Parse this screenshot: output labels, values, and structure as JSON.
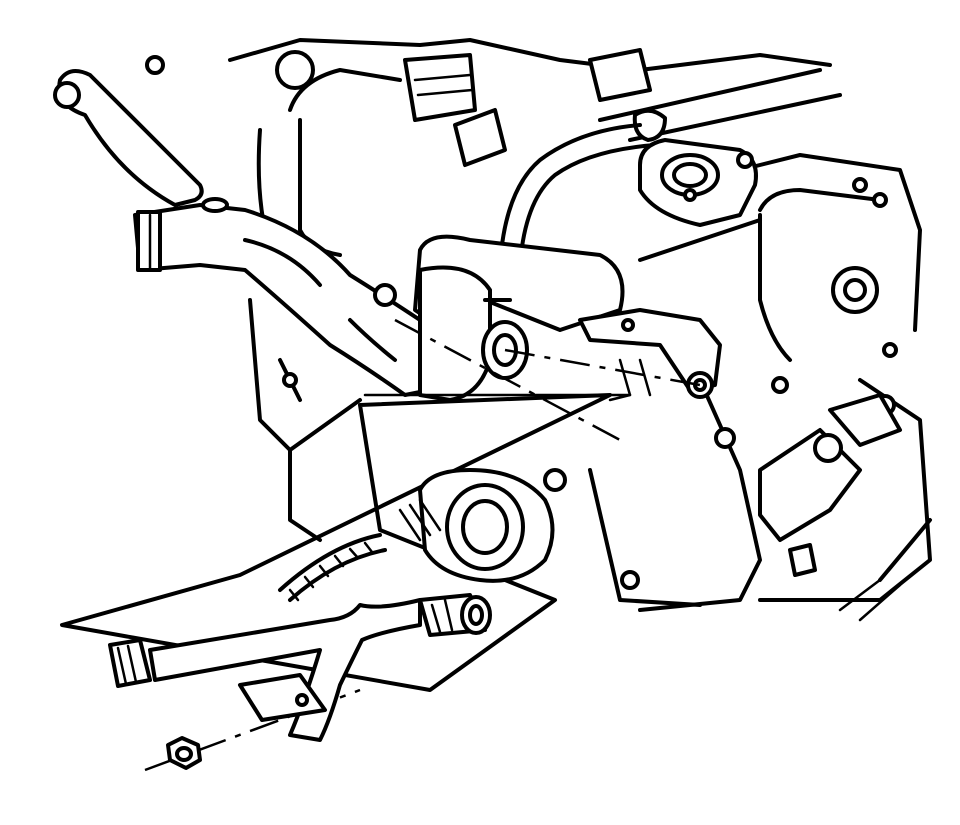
{
  "diagram": {
    "kind": "exploded-view line drawing",
    "line_color": "#000000",
    "background_color": "#ffffff",
    "parts": [
      "engine-block",
      "coolant-outlet-pipe",
      "water-pump-pulley",
      "heater-hose",
      "mounting-bracket",
      "transmission-oil-cooler-pipe",
      "retaining-nut"
    ]
  }
}
